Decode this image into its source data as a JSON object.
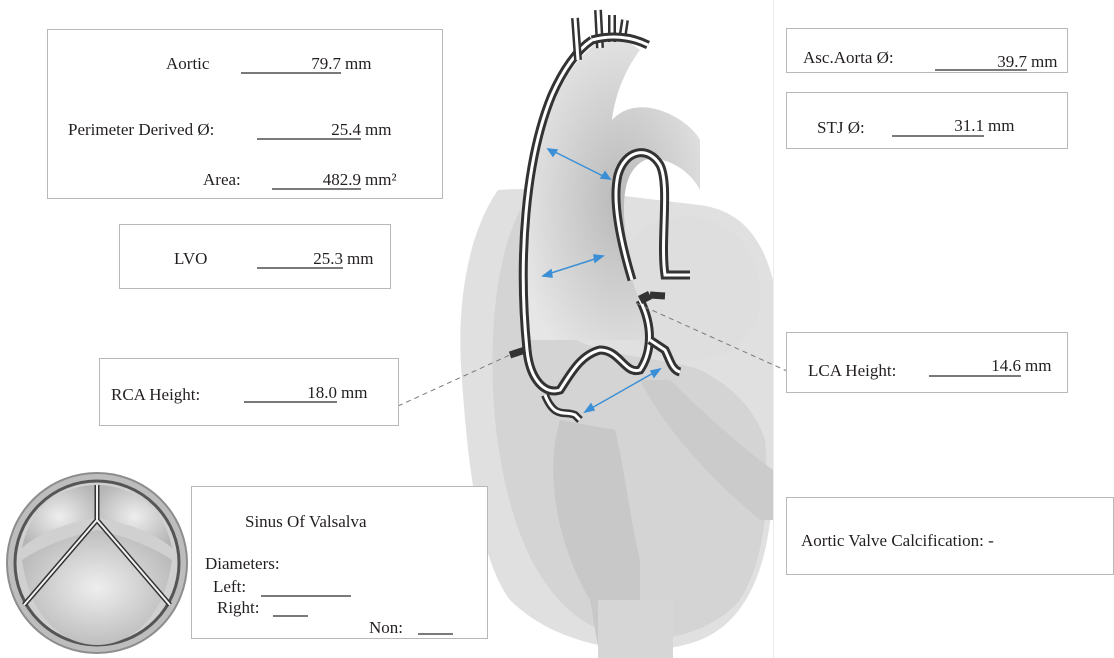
{
  "aortic_annulus": {
    "aortic_label": "Aortic",
    "aortic_value": "79.7",
    "aortic_unit": "mm",
    "perimeter_label": "Perimeter Derived Ø:",
    "perimeter_value": "25.4",
    "perimeter_unit": "mm",
    "area_label": "Area:",
    "area_value": "482.9",
    "area_unit": "mm²"
  },
  "lvo": {
    "label": "LVO",
    "value": "25.3",
    "unit": "mm"
  },
  "rca": {
    "label": "RCA Height:",
    "value": "18.0",
    "unit": "mm"
  },
  "asc_aorta": {
    "label": "Asc.Aorta Ø:",
    "value": "39.7",
    "unit": "mm"
  },
  "stj": {
    "label": "STJ Ø:",
    "value": "31.1",
    "unit": "mm"
  },
  "lca": {
    "label": "LCA Height:",
    "value": "14.6",
    "unit": "mm"
  },
  "sinus": {
    "title": "Sinus Of Valsalva",
    "diameters_label": "Diameters:",
    "left_label": "Left:",
    "right_label": "Right:",
    "non_label": "Non:"
  },
  "calcification": {
    "label": "Aortic Valve Calcification: -"
  },
  "colors": {
    "arrow": "#3b8fd6",
    "heart_fill": "#d9d9d9",
    "aorta_fill": "#d0d0d0",
    "wall": "#333333",
    "box_border": "#b8b8b8"
  }
}
